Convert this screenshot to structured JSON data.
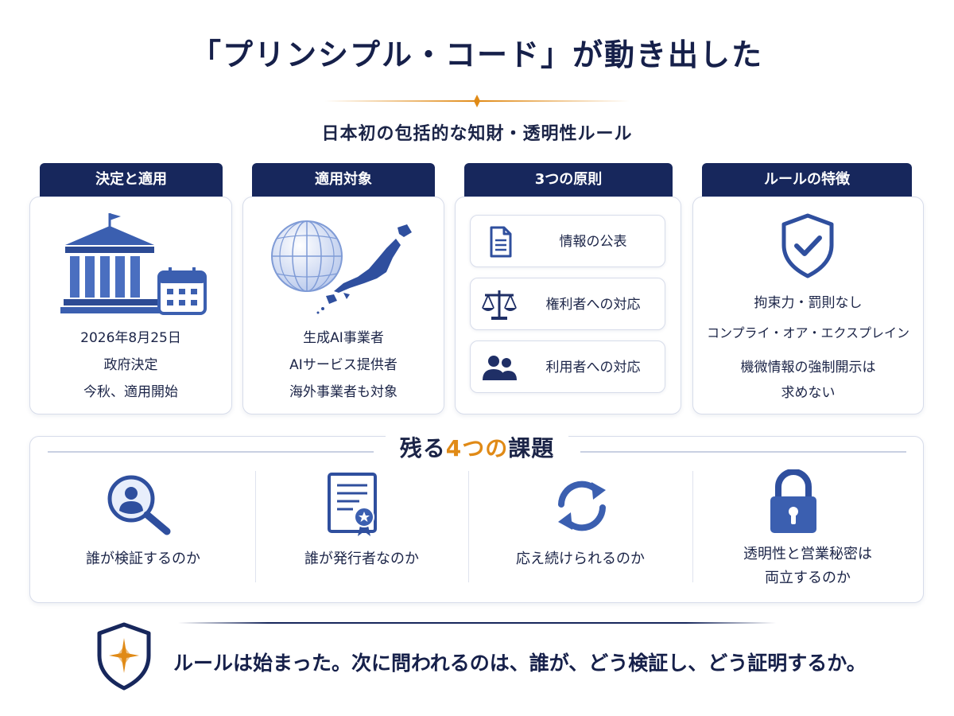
{
  "header": {
    "title": "「プリンシプル・コード」が動き出した",
    "subtitle": "日本初の包括的な知財・透明性ルール"
  },
  "cards": [
    {
      "tab": "決定と適用",
      "lines": [
        "2026年8月25日",
        "政府決定",
        "今秋、適用開始"
      ]
    },
    {
      "tab": "適用対象",
      "lines": [
        "生成AI事業者",
        "AIサービス提供者",
        "海外事業者も対象"
      ]
    },
    {
      "tab": "3つの原則",
      "principles": [
        "情報の公表",
        "権利者への対応",
        "利用者への対応"
      ]
    },
    {
      "tab": "ルールの特徴",
      "lines": [
        "拘束力・罰則なし",
        "コンプライ・オア・エクスプレイン",
        "機微情報の強制開示は",
        "求めない"
      ]
    }
  ],
  "challenges": {
    "title_pre": "残る",
    "title_accent": "4つの",
    "title_post": "課題",
    "items": [
      {
        "lines": [
          "誰が検証するのか"
        ]
      },
      {
        "lines": [
          "誰が発行者なのか"
        ]
      },
      {
        "lines": [
          "応え続けられるのか"
        ]
      },
      {
        "lines": [
          "透明性と営業秘密は",
          "両立するのか"
        ]
      }
    ]
  },
  "conclusion": "ルールは始まった。次に問われるのは、誰が、どう検証し、どう証明するか。",
  "colors": {
    "navy": "#17275c",
    "accent": "#e08a16",
    "icon_blue": "#3b5fb0",
    "border": "#d7dcea"
  }
}
